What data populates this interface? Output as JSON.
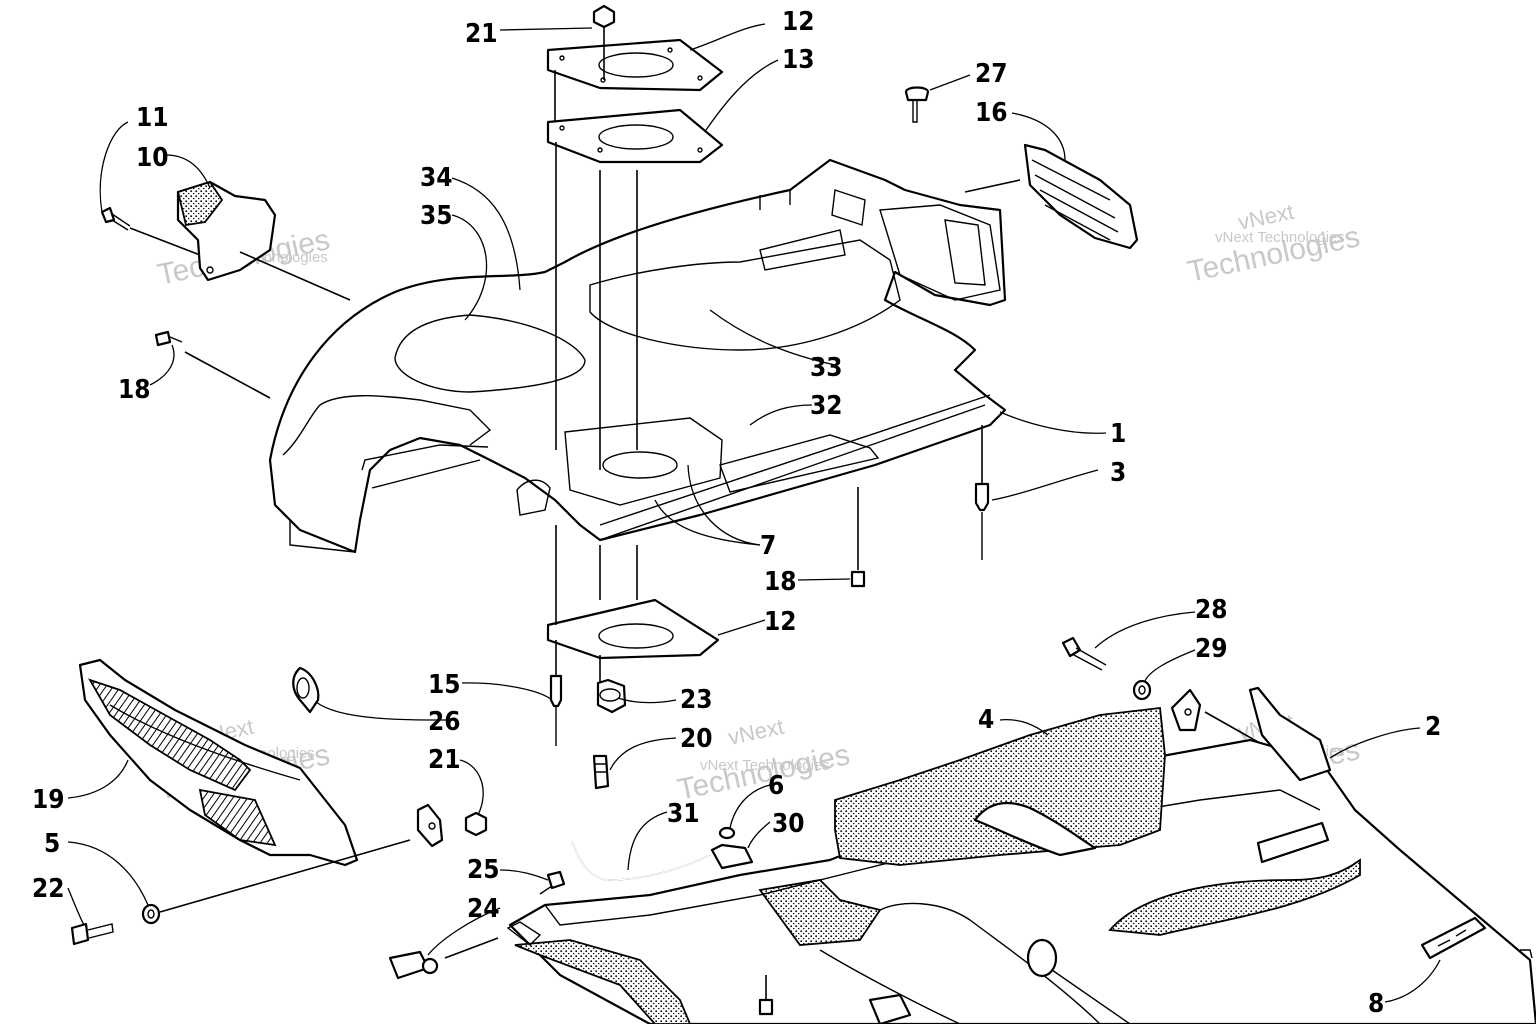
{
  "watermark": {
    "text": "vNext Technologies",
    "line1": "vNext",
    "line2": "Technologies"
  },
  "callouts": {
    "c1": "1",
    "c2": "2",
    "c3": "3",
    "c4": "4",
    "c5": "5",
    "c6": "6",
    "c7": "7",
    "c8": "8",
    "c10": "10",
    "c11": "11",
    "c12a": "12",
    "c12b": "12",
    "c13": "13",
    "c15": "15",
    "c16": "16",
    "c18a": "18",
    "c18b": "18",
    "c19": "19",
    "c20": "20",
    "c21a": "21",
    "c21b": "21",
    "c22": "22",
    "c23": "23",
    "c24": "24",
    "c25": "25",
    "c26": "26",
    "c27": "27",
    "c28": "28",
    "c29": "29",
    "c30": "30",
    "c31": "31",
    "c32": "32",
    "c33": "33",
    "c34": "34",
    "c35": "35"
  }
}
